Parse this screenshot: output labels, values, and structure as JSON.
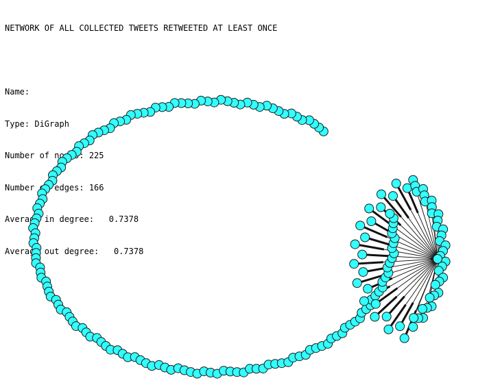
{
  "header": {
    "title": "NETWORK OF ALL COLLECTED TWEETS RETWEETED AT LEAST ONCE",
    "name_line": "Name:",
    "type_line": "Type: DiGraph",
    "nodes_line": "Number of nodes: 225",
    "edges_line": "Number of edges: 166",
    "in_degree_line": "Average in degree:   0.7378",
    "out_degree_line": "Average out degree:   0.7378"
  },
  "graph": {
    "node_color": "#33ffff",
    "node_stroke": "#1a1a1a",
    "edge_color": "#111111"
  }
}
